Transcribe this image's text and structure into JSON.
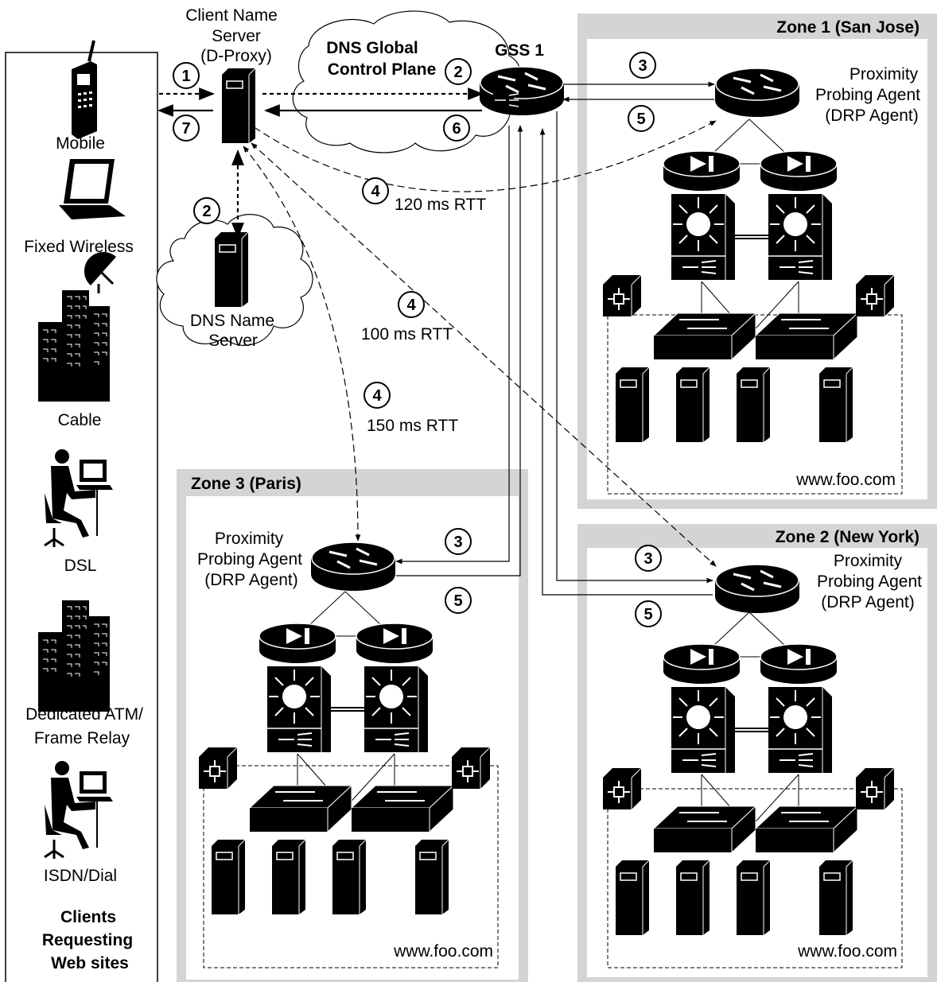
{
  "clients": {
    "mobile": "Mobile",
    "fixed_wireless": "Fixed Wireless",
    "cable": "Cable",
    "dsl": "DSL",
    "atm_line1": "Dedicated ATM/",
    "atm_line2": "Frame Relay",
    "isdn": "ISDN/Dial",
    "caption_line1": "Clients",
    "caption_line2": "Requesting",
    "caption_line3": "Web sites"
  },
  "client_ns": {
    "line1": "Client Name",
    "line2": "Server",
    "line3": "(D-Proxy)"
  },
  "dns_ns": {
    "line1": "DNS Name",
    "line2": "Server"
  },
  "control_plane": {
    "line1": "DNS Global",
    "line2": "Control Plane"
  },
  "gss": "GSS 1",
  "rtt": {
    "zone1": "120 ms RTT",
    "zone2": "100 ms RTT",
    "zone3": "150 ms RTT"
  },
  "steps": {
    "s1": "1",
    "s2": "2",
    "s3": "3",
    "s4": "4",
    "s5": "5",
    "s6": "6",
    "s7": "7"
  },
  "zones": {
    "zone1": "Zone 1 (San Jose)",
    "zone2": "Zone 2 (New York)",
    "zone3": "Zone 3 (Paris)"
  },
  "agent": {
    "line1": "Proximity",
    "line2": "Probing Agent",
    "line3": "(DRP Agent)"
  },
  "site": "www.foo.com",
  "colors": {
    "zone_border": "#d4d4d4",
    "ink": "#000000",
    "background": "#ffffff"
  }
}
